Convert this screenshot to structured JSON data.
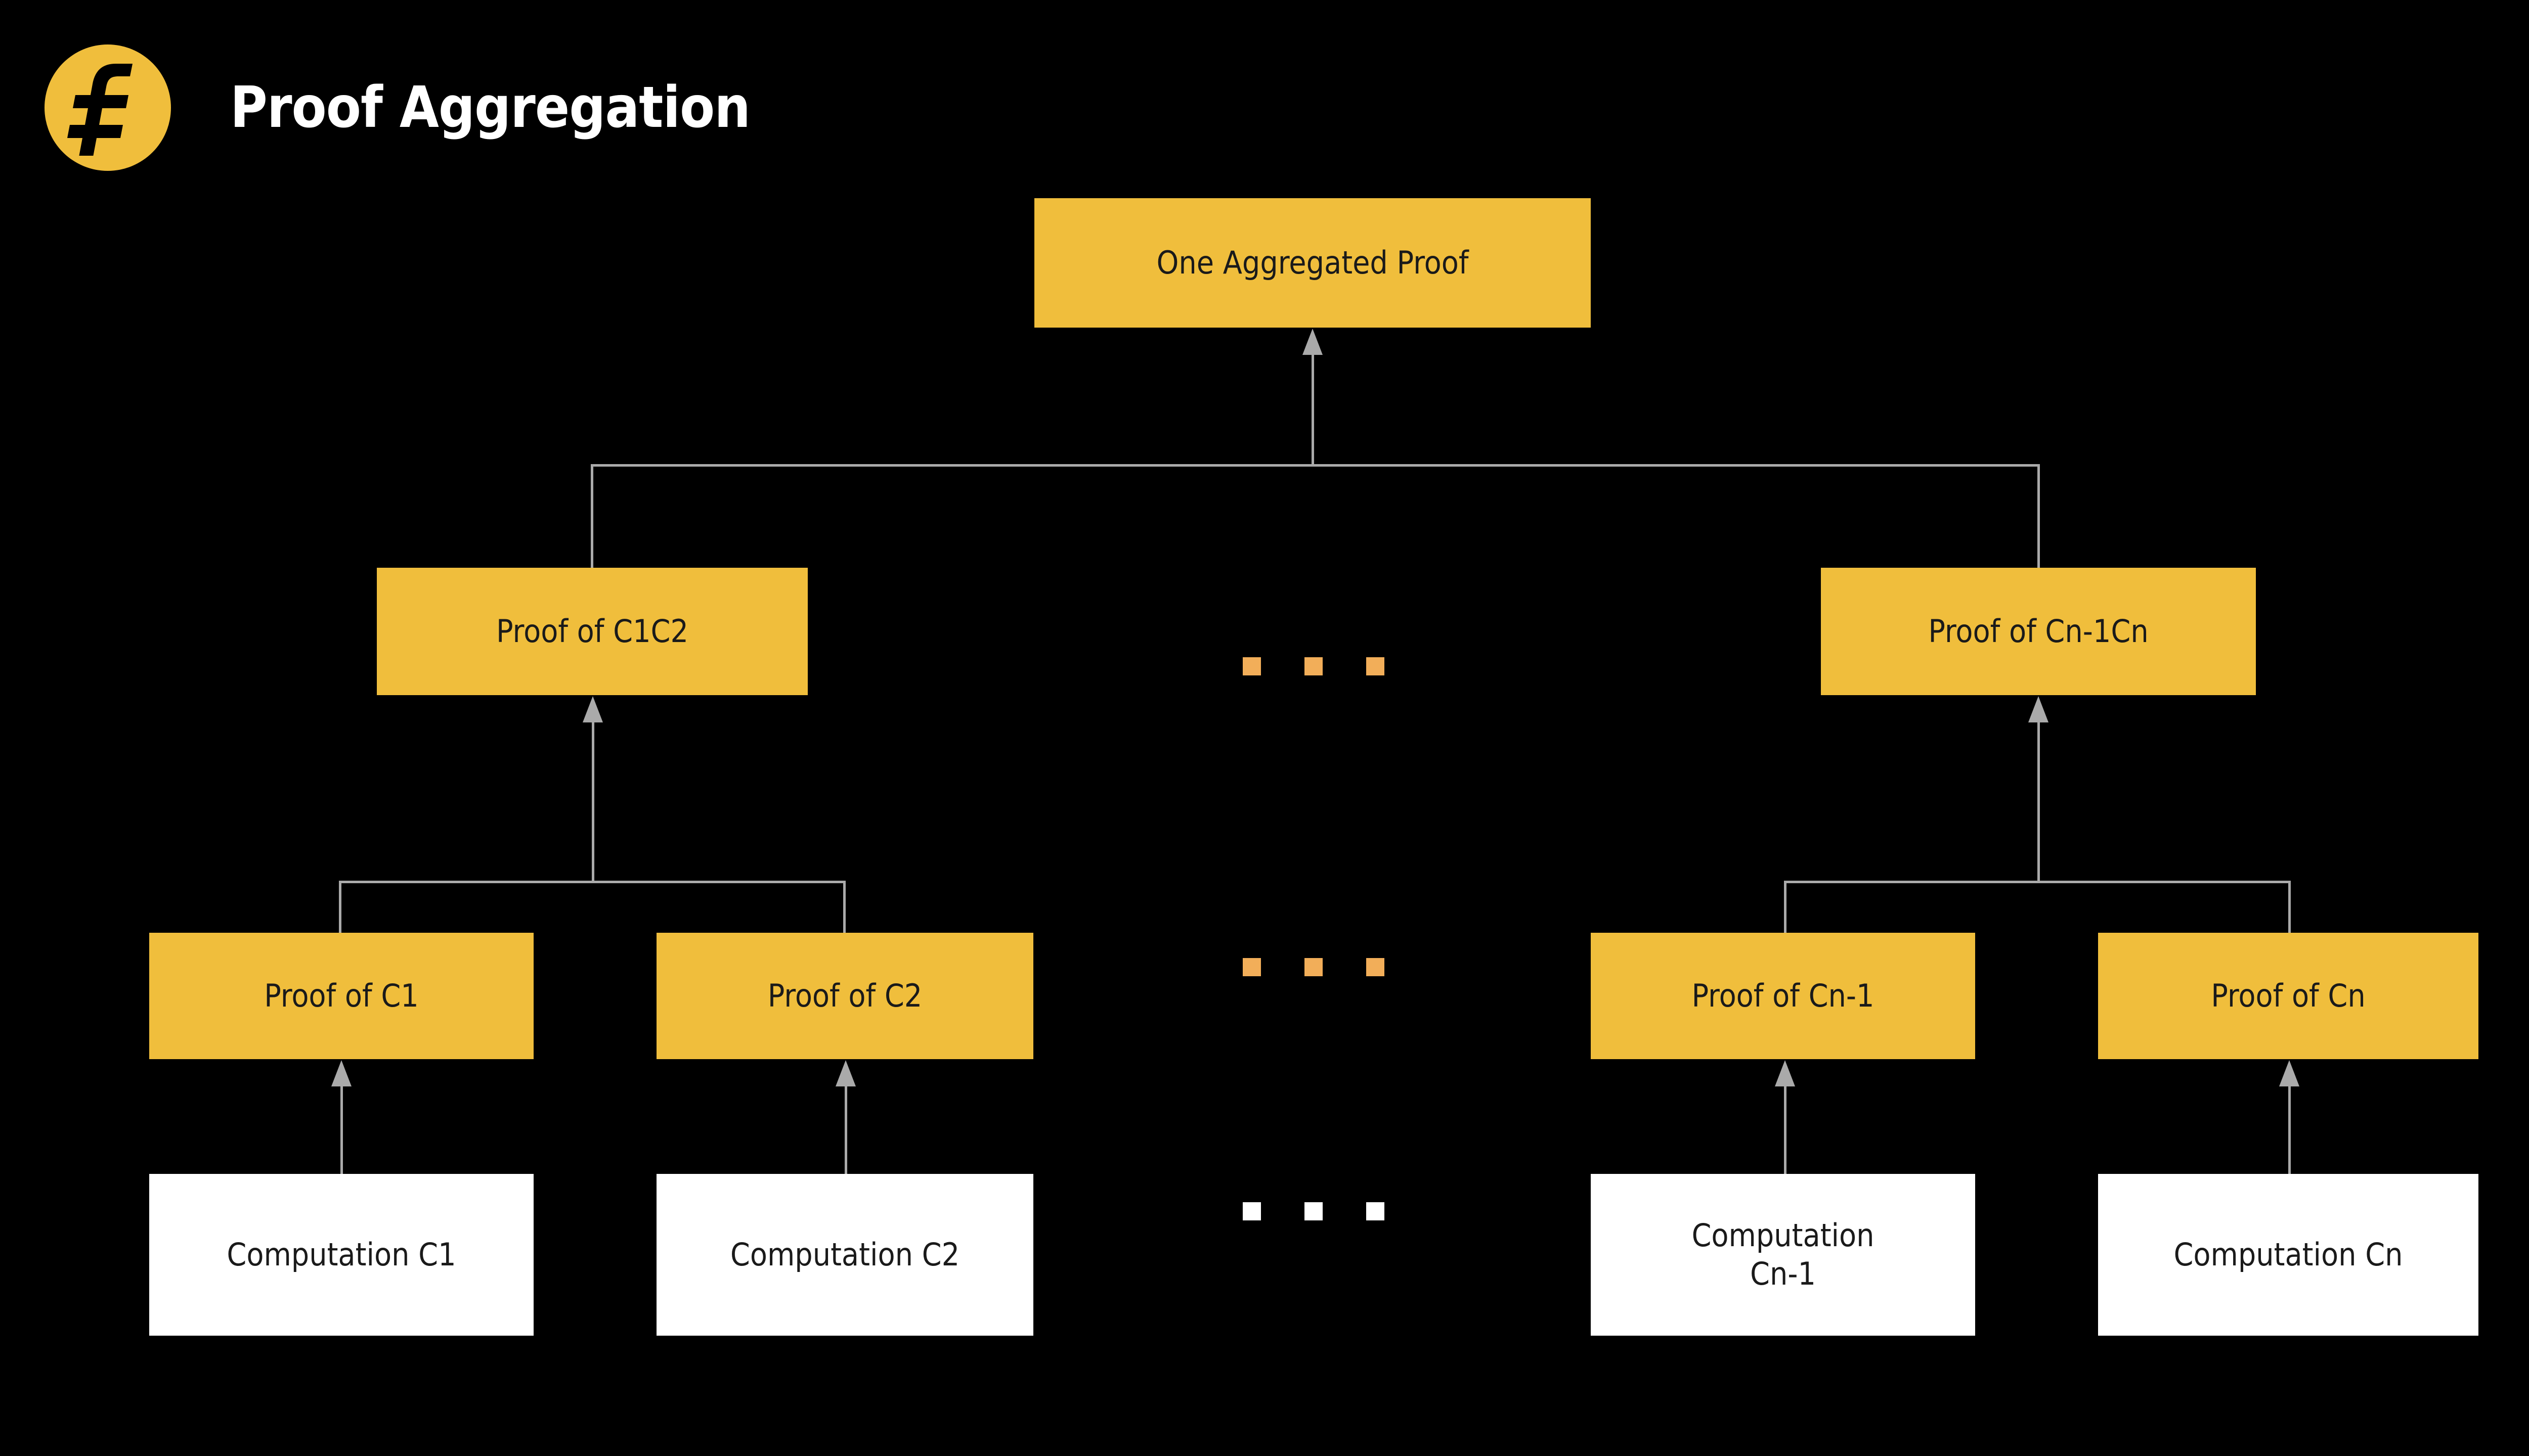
{
  "header": {
    "logo_icon": "filecoin-logo-icon",
    "logo_glyph": "ƒ",
    "title": "Proof Aggregation"
  },
  "colors": {
    "background": "#000000",
    "gold": "#F0BE3C",
    "white": "#FFFFFF",
    "connector": "#AAAAAA",
    "dot_orange": "#F2AE59",
    "box_text": "#1A1A1A",
    "title_text": "#FFFFFF"
  },
  "diagram": {
    "type": "tree",
    "root": {
      "label": "One Aggregated Proof"
    },
    "level2": [
      {
        "label": "Proof of C1C2"
      },
      {
        "label": "Proof of Cn-1Cn"
      }
    ],
    "level3": [
      {
        "label": "Proof of C1"
      },
      {
        "label": "Proof of C2"
      },
      {
        "label": "Proof of Cn-1"
      },
      {
        "label": "Proof of Cn"
      }
    ],
    "level4": [
      {
        "label": "Computation C1"
      },
      {
        "label": "Computation C2"
      },
      {
        "label": "Computation Cn-1"
      },
      {
        "label": "Computation Cn"
      }
    ],
    "ellipsis_rows": [
      {
        "name": "level2-ellipsis",
        "style": "orange",
        "count": 3
      },
      {
        "name": "level3-ellipsis",
        "style": "orange",
        "count": 3
      },
      {
        "name": "level4-ellipsis",
        "style": "white",
        "count": 3
      }
    ]
  }
}
